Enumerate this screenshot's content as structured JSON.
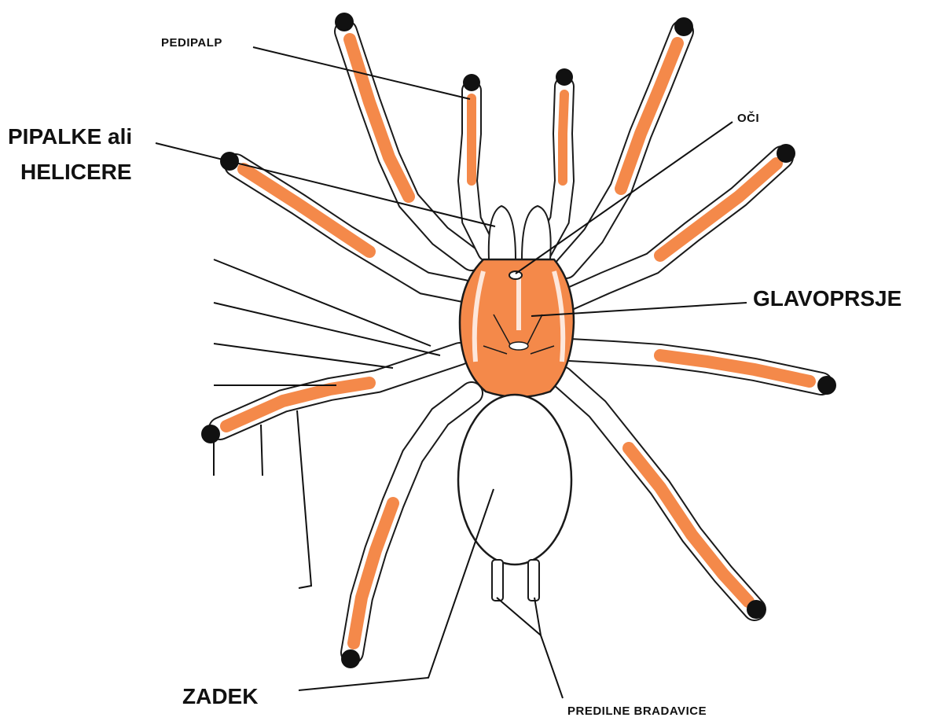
{
  "labels": {
    "pedipalp": "PEDIPALP",
    "oci": "OČI",
    "pipalke_line1": "PIPALKE ali",
    "pipalke_line2": "HELICERE",
    "glavoprsje": "GLAVOPRSJE",
    "zadek": "ZADEK",
    "predilne_bradavice": "PREDILNE BRADAVICE"
  },
  "colors": {
    "body_fill": "#f4894a",
    "outline": "#1a1a1a",
    "leg_tip": "#111111"
  }
}
